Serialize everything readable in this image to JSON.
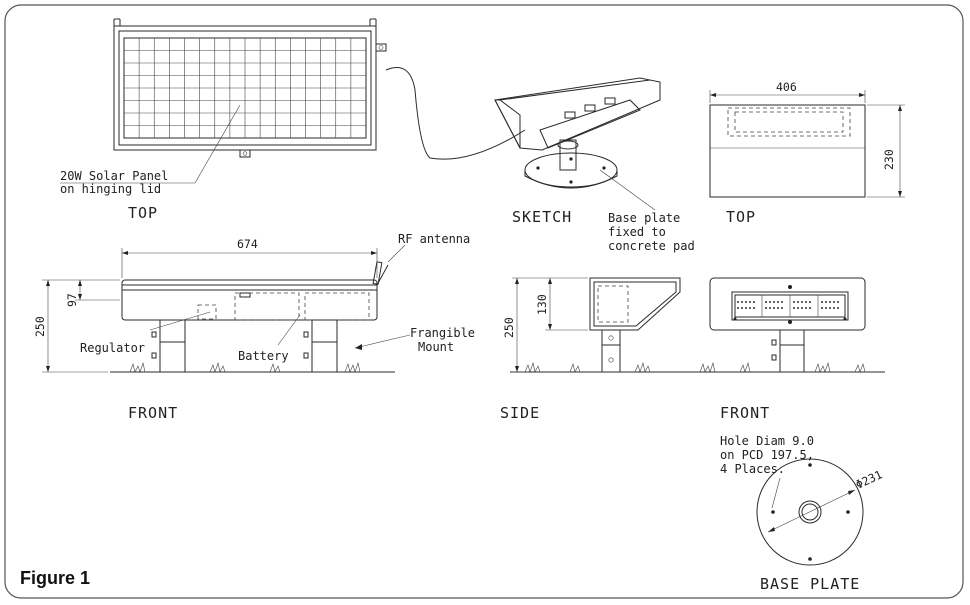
{
  "figure": {
    "caption": "Figure 1"
  },
  "views": {
    "top_left": "TOP",
    "sketch": "SKETCH",
    "top_right": "TOP",
    "front_left": "FRONT",
    "side": "SIDE",
    "front_right": "FRONT",
    "base_plate": "BASE PLATE"
  },
  "labels": {
    "solar_panel_1": "20W Solar Panel",
    "solar_panel_2": "on hinging lid",
    "base_plate_note_1": "Base plate",
    "base_plate_note_2": "fixed to",
    "base_plate_note_3": "concrete pad",
    "rf_antenna": "RF antenna",
    "regulator": "Regulator",
    "battery": "Battery",
    "frangible_1": "Frangible",
    "frangible_2": "Mount",
    "hole_1": "Hole Diam 9.0",
    "hole_2": "on PCD 197.5,",
    "hole_3": "4 Places."
  },
  "dimensions": {
    "top_width": "406",
    "top_height": "230",
    "front_width": "674",
    "front_height": "250",
    "front_body": "97",
    "side_height": "250",
    "side_body": "130",
    "base_diameter": "Φ231"
  }
}
